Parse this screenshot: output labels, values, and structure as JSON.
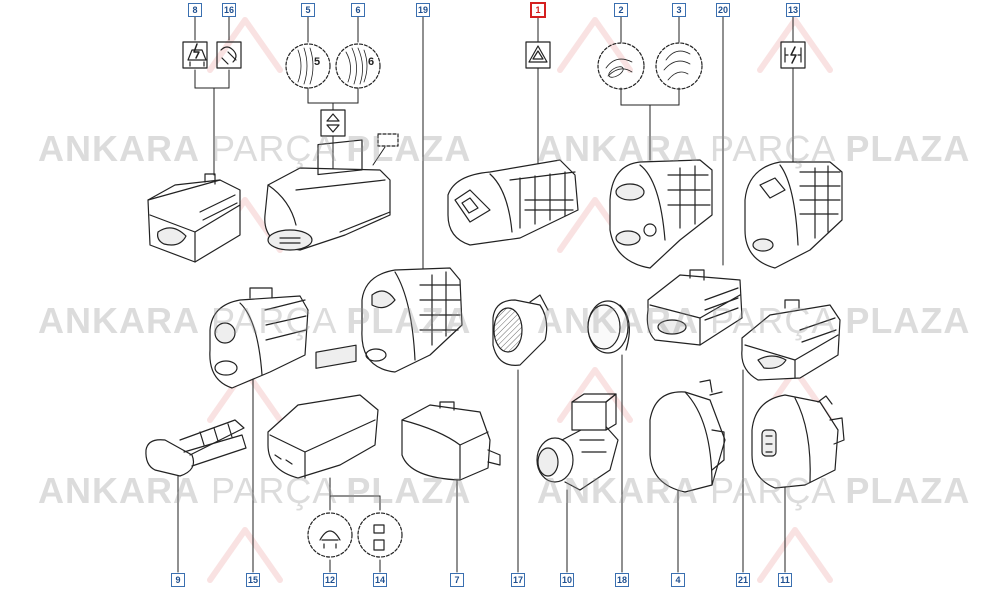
{
  "callouts": {
    "c1": "1",
    "c2": "2",
    "c3": "3",
    "c4": "4",
    "c5": "5",
    "c6": "6",
    "c7": "7",
    "c8": "8",
    "c9": "9",
    "c10": "10",
    "c11": "11",
    "c12": "12",
    "c13": "13",
    "c14": "14",
    "c15": "15",
    "c16": "16",
    "c17": "17",
    "c18": "18",
    "c19": "19",
    "c20": "20",
    "c21": "21"
  },
  "highlight_color": "#d42020",
  "callout_color": "#3a6fb0",
  "watermark": {
    "word1": "ANKARA",
    "word2": "PARÇA",
    "word3": "PLAZA"
  },
  "detail_labels": {
    "d5": "5",
    "d6": "6"
  }
}
